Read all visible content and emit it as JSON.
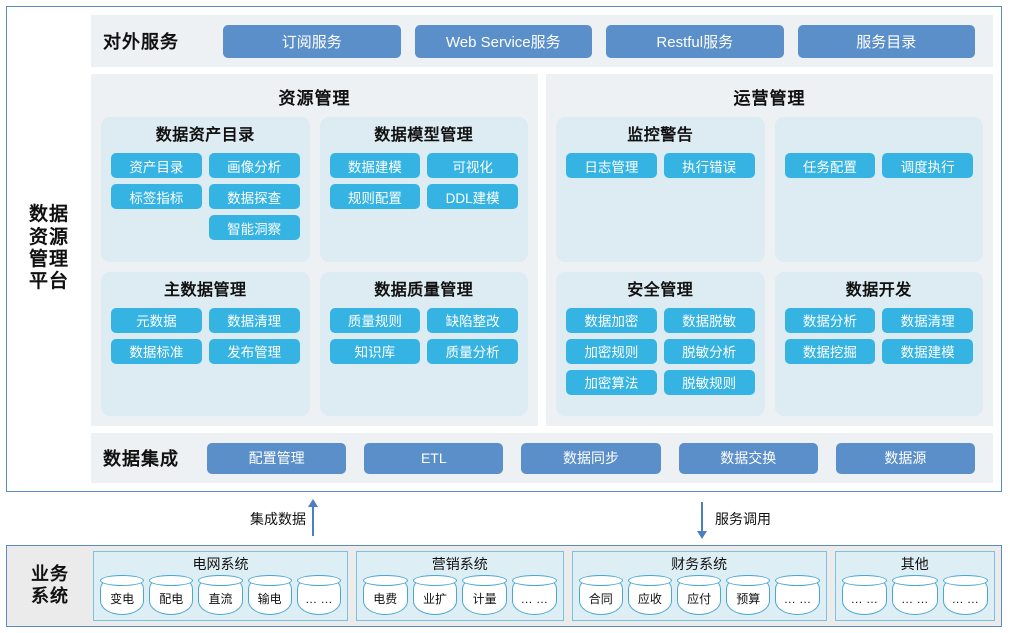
{
  "platform": {
    "title": "数据\n资源\n管理\n平台",
    "external_services": {
      "label": "对外服务",
      "buttons": [
        "订阅服务",
        "Web Service服务",
        "Restful服务",
        "服务目录"
      ]
    },
    "panels": [
      {
        "title": "资源管理",
        "cards": [
          {
            "title": "数据资产目录",
            "tags": [
              "资产目录",
              "画像分析",
              "标签指标",
              "数据探查",
              "智能洞察"
            ],
            "last_tag_right_column": true
          },
          {
            "title": "数据模型管理",
            "tags": [
              "数据建模",
              "可视化",
              "规则配置",
              "DDL建模"
            ],
            "last_tag_right_column": false
          },
          {
            "title": "主数据管理",
            "tags": [
              "元数据",
              "数据清理",
              "数据标准",
              "发布管理"
            ],
            "last_tag_right_column": false
          },
          {
            "title": "数据质量管理",
            "tags": [
              "质量规则",
              "缺陷整改",
              "知识库",
              "质量分析"
            ],
            "last_tag_right_column": false
          }
        ]
      },
      {
        "title": "运营管理",
        "cards": [
          {
            "title": "监控警告",
            "tags": [
              "日志管理",
              "执行错误"
            ],
            "last_tag_right_column": false
          },
          {
            "title": "",
            "tags": [
              "任务配置",
              "调度执行"
            ],
            "last_tag_right_column": false
          },
          {
            "title": "安全管理",
            "tags": [
              "数据加密",
              "数据脱敏",
              "加密规则",
              "脱敏分析",
              "加密算法",
              "脱敏规则"
            ],
            "last_tag_right_column": false
          },
          {
            "title": "数据开发",
            "tags": [
              "数据分析",
              "数据清理",
              "数据挖掘",
              "数据建模"
            ],
            "last_tag_right_column": false
          }
        ]
      }
    ],
    "data_integration": {
      "label": "数据集成",
      "buttons": [
        "配置管理",
        "ETL",
        "数据同步",
        "数据交换",
        "数据源"
      ]
    }
  },
  "connectors": {
    "left": {
      "label": "集成数据",
      "direction": "up"
    },
    "right": {
      "label": "服务调用",
      "direction": "down"
    }
  },
  "business": {
    "title": "业务\n系统",
    "groups": [
      {
        "title": "电网系统",
        "items": [
          "变电",
          "配电",
          "直流",
          "输电",
          "… …"
        ]
      },
      {
        "title": "营销系统",
        "items": [
          "电费",
          "业扩",
          "计量",
          "… …"
        ]
      },
      {
        "title": "财务系统",
        "items": [
          "合同",
          "应收",
          "应付",
          "预算",
          "… …"
        ]
      },
      {
        "title": "其他",
        "items": [
          "… …",
          "… …",
          "… …"
        ]
      }
    ]
  },
  "colors": {
    "border": "#5b8ac5",
    "service_button": "#5b8fc9",
    "tag": "#35b4e3",
    "panel_bg": "#eef1f3",
    "card_bg": "#dcecf2",
    "business_bg": "#ebebeb",
    "business_group_bg": "#ddeef5",
    "cylinder_stroke": "#4aa8cf"
  }
}
